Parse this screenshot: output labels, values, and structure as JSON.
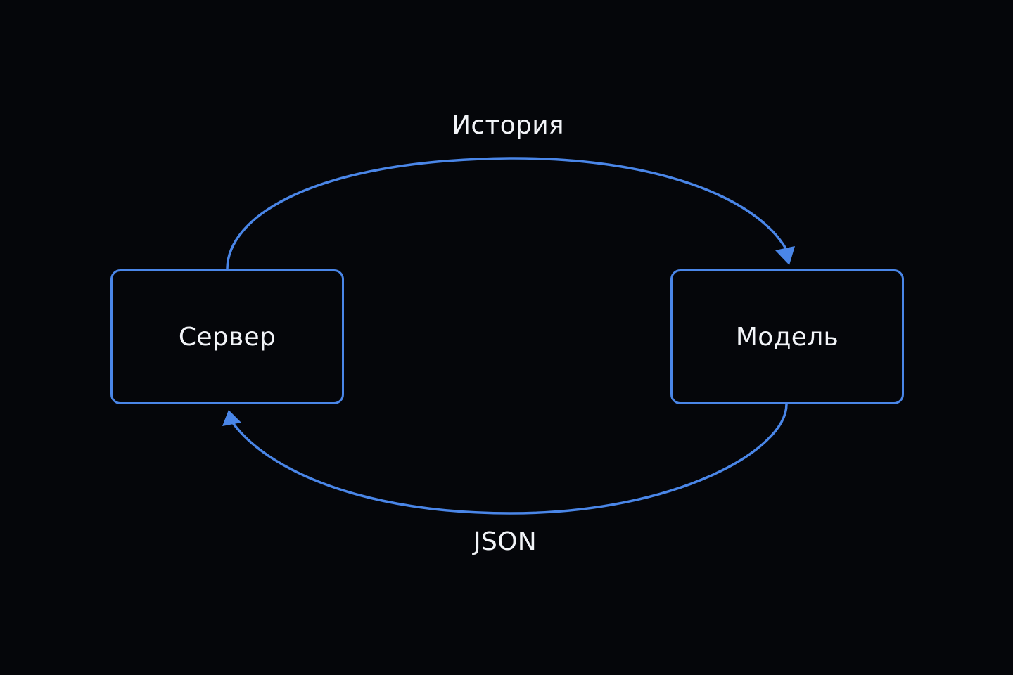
{
  "nodes": {
    "server": "Сервер",
    "model": "Модель"
  },
  "edges": {
    "top": "История",
    "bottom": "JSON"
  },
  "colors": {
    "background": "#05060a",
    "accent": "#4a86e8",
    "text": "#f2f4f8"
  }
}
